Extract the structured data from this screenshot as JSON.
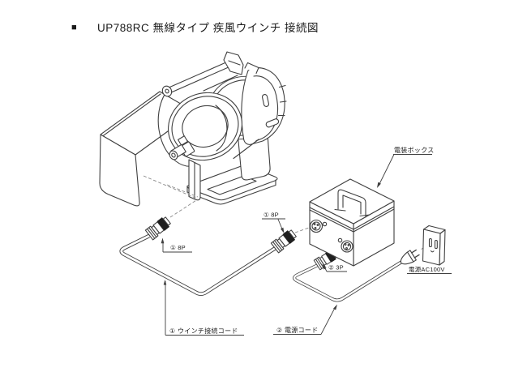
{
  "page": {
    "background": "#ffffff"
  },
  "title": {
    "bullet": "■",
    "text": "UP788RC  無線タイプ  疾風ウインチ  接続図"
  },
  "labels": {
    "electrical_box": "電装ボックス",
    "winch_connector": "① 8P",
    "box_connector": "① 8P",
    "power_connector": "② 3P",
    "power_source": "電源AC100V",
    "winch_cord": "① ウインチ接続コード",
    "power_cord": "② 電源コード"
  },
  "colors": {
    "line": "#3f3f3f",
    "connector_band": "#1f1f1f",
    "dashed_line": "#8a8a8a",
    "text": "#1a1a1a",
    "background": "#ffffff"
  }
}
